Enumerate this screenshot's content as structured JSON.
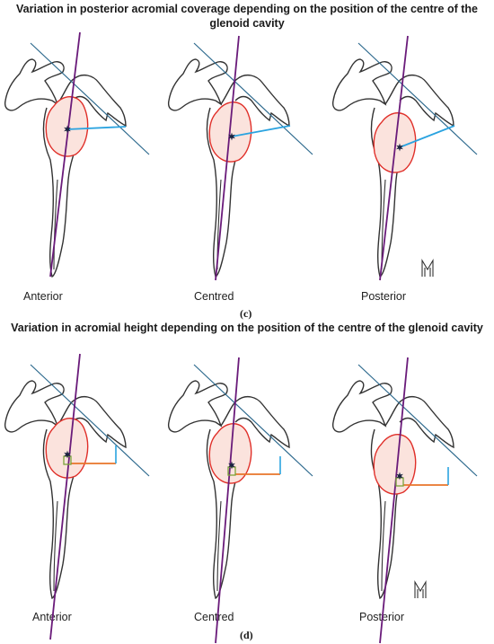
{
  "panel_c": {
    "title": "Variation in posterior acromial coverage depending on the position of the centre of the glenoid cavity",
    "label": "(c)",
    "captions": [
      "Anterior",
      "Centred",
      "Posterior"
    ]
  },
  "panel_d": {
    "title": "Variation in acromial height depending on the position of the centre of the glenoid cavity",
    "label": "(d)",
    "captions": [
      "Anterior",
      "Centred",
      "Posterior"
    ]
  },
  "signature": "M",
  "colors": {
    "bone_outline": "#333333",
    "glenoid_fill": "#fbe3dd",
    "glenoid_outline": "#e0302a",
    "axis_line": "#6a1b7a",
    "acromial_line": "#2e6a8e",
    "coverage_segment": "#2aa3e0",
    "height_segment": "#e8742a",
    "right_angle": "#7aa33a",
    "center_star": "#1a2340"
  }
}
